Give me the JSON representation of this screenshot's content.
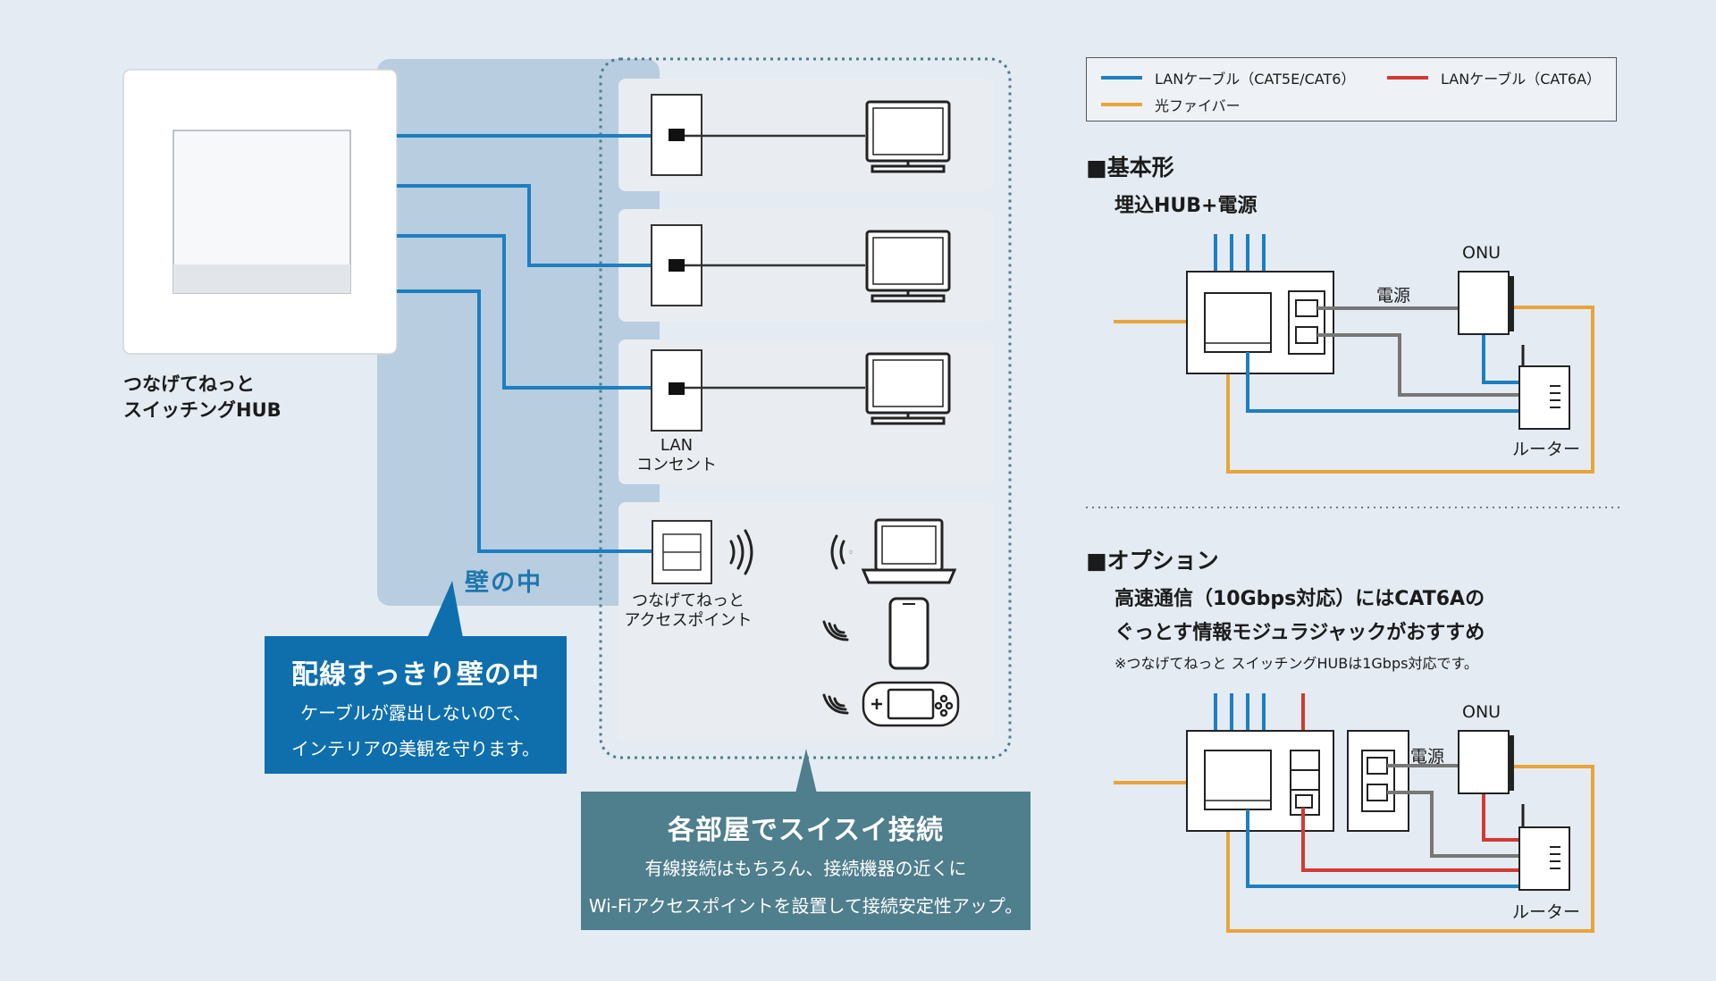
{
  "hub_label": {
    "line1": "つなげてねっと",
    "line2": "スイッチングHUB"
  },
  "wall_label": "壁の中",
  "lan_outlet_label": {
    "line1": "LAN",
    "line2": "コンセント"
  },
  "access_point_label": {
    "line1": "つなげてねっと",
    "line2": "アクセスポイント"
  },
  "callout_wall": {
    "title": "配線すっきり壁の中",
    "line1": "ケーブルが露出しないので、",
    "line2": "インテリアの美観を守ります。"
  },
  "callout_rooms": {
    "title": "各部屋でスイスイ接続",
    "line1": "有線接続はもちろん、接続機器の近くに",
    "line2": "Wi-Fiアクセスポイントを設置して接続安定性アップ。"
  },
  "legend": {
    "lan_cat5e": "LANケーブル（CAT5E/CAT6）",
    "lan_cat6a": "LANケーブル（CAT6A）",
    "fiber": "光ファイバー"
  },
  "section_basic": {
    "title": "■基本形",
    "subtitle": "埋込HUB+電源",
    "onu": "ONU",
    "power": "電源",
    "router": "ルーター"
  },
  "section_option": {
    "title": "■オプション",
    "line1": "高速通信（10Gbps対応）にはCAT6Aの",
    "line2": "ぐっとす情報モジュラジャックがおすすめ",
    "note": "※つなげてねっと スイッチングHUBは1Gbps対応です。",
    "onu": "ONU",
    "power": "電源",
    "router": "ルーター"
  },
  "colors": {
    "lan_blue": "#1d7fc0",
    "lan_red": "#d23a32",
    "fiber_orange": "#e9a43a",
    "gray_cable": "#777777"
  }
}
